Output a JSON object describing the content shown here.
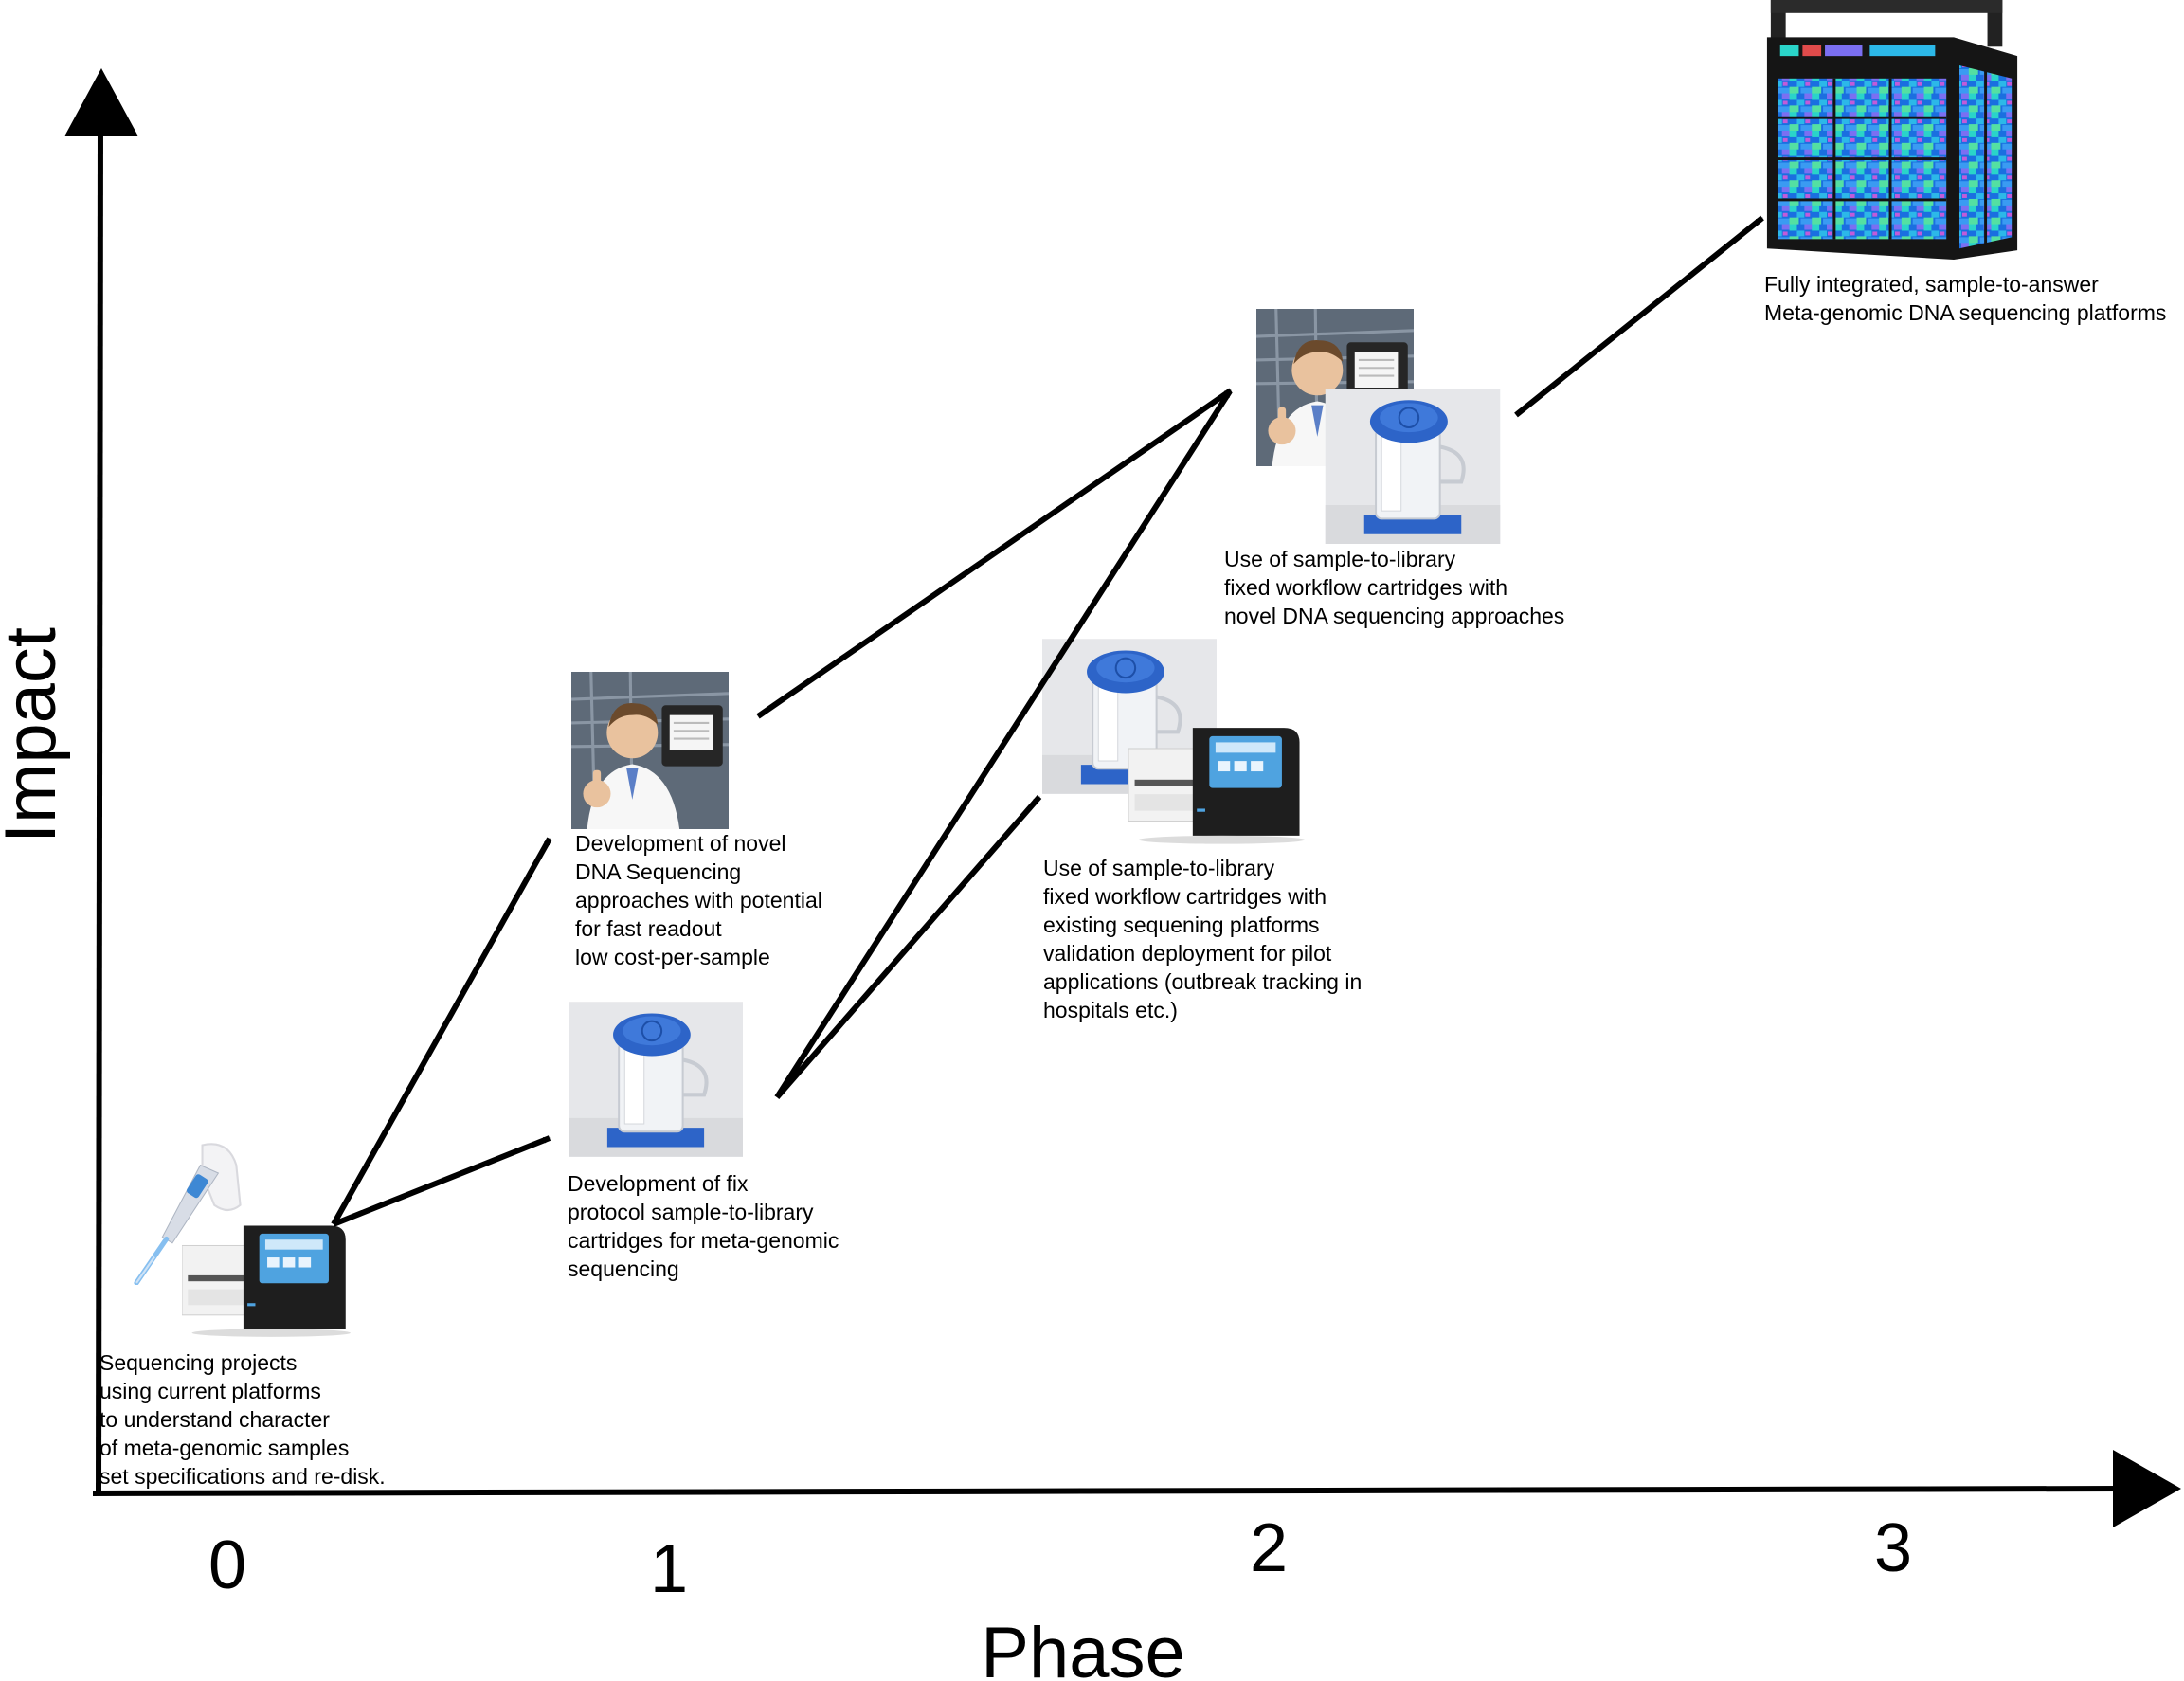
{
  "axes": {
    "x_title": "Phase",
    "y_title": "Impact",
    "x_ticks": [
      "0",
      "1",
      "2",
      "3"
    ]
  },
  "nodes": {
    "phase0": {
      "caption": "Sequencing projects\nusing current platforms\nto understand character\nof meta-genomic samples\nset specifications and  re-disk."
    },
    "phase1_sequencing": {
      "caption": "Development of novel\nDNA Sequencing\napproaches with potential\nfor fast readout\nlow cost-per-sample"
    },
    "phase1_cartridge": {
      "caption": "Development of fix\nprotocol sample-to-library\ncartridges for meta-genomic\nsequencing"
    },
    "phase2_existing": {
      "caption": "Use of sample-to-library\nfixed workflow cartridges with\nexisting sequening platforms\nvalidation deployment for pilot\napplications (outbreak tracking in\nhospitals etc.)"
    },
    "phase2_novel": {
      "caption": "Use of sample-to-library\nfixed workflow cartridges with\nnovel DNA sequencing approaches"
    },
    "phase3": {
      "caption": "Fully integrated, sample-to-answer\nMeta-genomic DNA sequencing platforms"
    }
  },
  "icons": {
    "sequencer": "benchtop-sequencer-icon",
    "pipette": "pipette-icon",
    "cartridge": "cartridge-icon",
    "scientist": "scientist-with-device-icon",
    "integrated_platform": "integrated-platform-icon"
  },
  "colors": {
    "cartridge_blue": "#2d64c8",
    "sequencer_dark": "#1e1e1e",
    "screen_blue": "#4fa3e0"
  }
}
